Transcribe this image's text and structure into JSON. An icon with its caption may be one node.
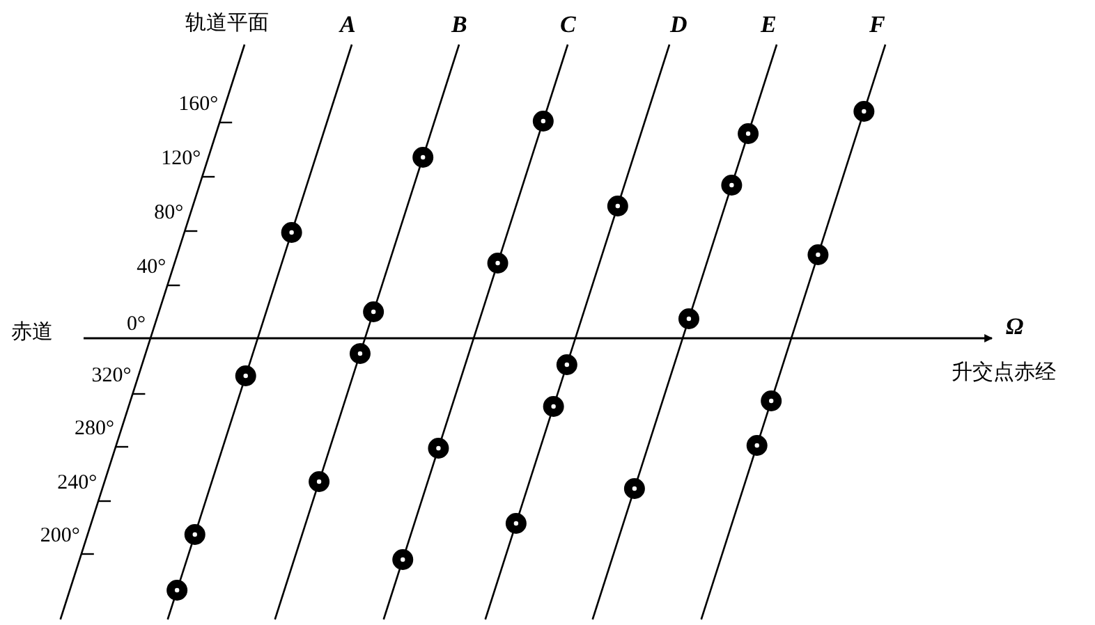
{
  "diagram": {
    "labels": [
      "轨道平面",
      "A",
      "B",
      "C",
      "D",
      "E",
      "F",
      "160°",
      "120°",
      "80°",
      "40°",
      "赤道",
      "0°",
      "Ω",
      "320°",
      "升交点赤经",
      "280°",
      "240°",
      "200°"
    ]
  }
}
